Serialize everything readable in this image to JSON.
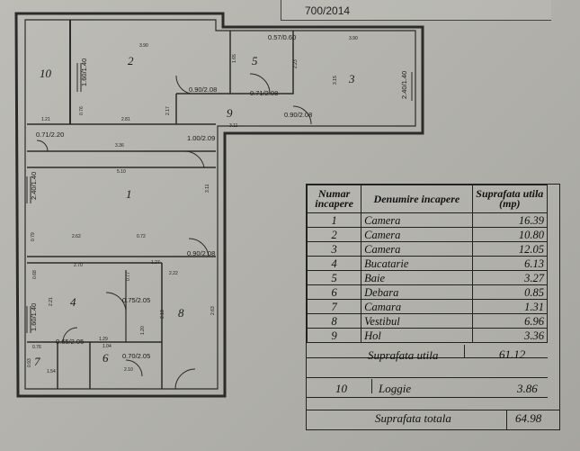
{
  "stamp": {
    "text": "700/2014"
  },
  "plan": {
    "room_labels": [
      "1",
      "2",
      "3",
      "4",
      "5",
      "6",
      "7",
      "8",
      "9",
      "10"
    ],
    "door_labels": [
      "0.57/0.60",
      "0.90/2.08",
      "0.71/2.08",
      "0.90/2.08",
      "1.00/2.09",
      "0.71/2.20",
      "0.90/2.08",
      "0.75/2.05",
      "0.65/2.05",
      "0.70/2.05"
    ],
    "window_labels": [
      "1.60/1.40",
      "2.40/1.40",
      "2.40/1.40",
      "1.60/1.40"
    ],
    "dimensions": [
      "3.90",
      "3.90",
      "2.81",
      "1.21",
      "3.11",
      "3.36",
      "5.10",
      "2.62",
      "0.72",
      "2.70",
      "2.22",
      "1.27",
      "1.29",
      "1.04",
      "0.76",
      "2.10",
      "1.54",
      "3.11",
      "1.65",
      "3.15",
      "2.23",
      "2.63",
      "2.21",
      "2.17",
      "0.79",
      "0.76",
      "1.20",
      "0.93",
      "2.13",
      "0.68",
      "0.77"
    ]
  },
  "table": {
    "header": {
      "num": "Numar incapere",
      "name": "Denumire incapere",
      "area": "Suprafata utila (mp)"
    },
    "rows": [
      {
        "num": "1",
        "name": "Camera",
        "area": "16.39"
      },
      {
        "num": "2",
        "name": "Camera",
        "area": "10.80"
      },
      {
        "num": "3",
        "name": "Camera",
        "area": "12.05"
      },
      {
        "num": "4",
        "name": "Bucatarie",
        "area": "6.13"
      },
      {
        "num": "5",
        "name": "Baie",
        "area": "3.27"
      },
      {
        "num": "6",
        "name": "Debara",
        "area": "0.85"
      },
      {
        "num": "7",
        "name": "Camara",
        "area": "1.31"
      },
      {
        "num": "8",
        "name": "Vestibul",
        "area": "6.96"
      },
      {
        "num": "9",
        "name": "Hol",
        "area": "3.36"
      }
    ],
    "useful_label": "Suprafata utila",
    "useful_value": "61.12",
    "loggia": {
      "num": "10",
      "name": "Loggie",
      "area": "3.86"
    },
    "total_label": "Suprafata totala",
    "total_value": "64.98"
  }
}
